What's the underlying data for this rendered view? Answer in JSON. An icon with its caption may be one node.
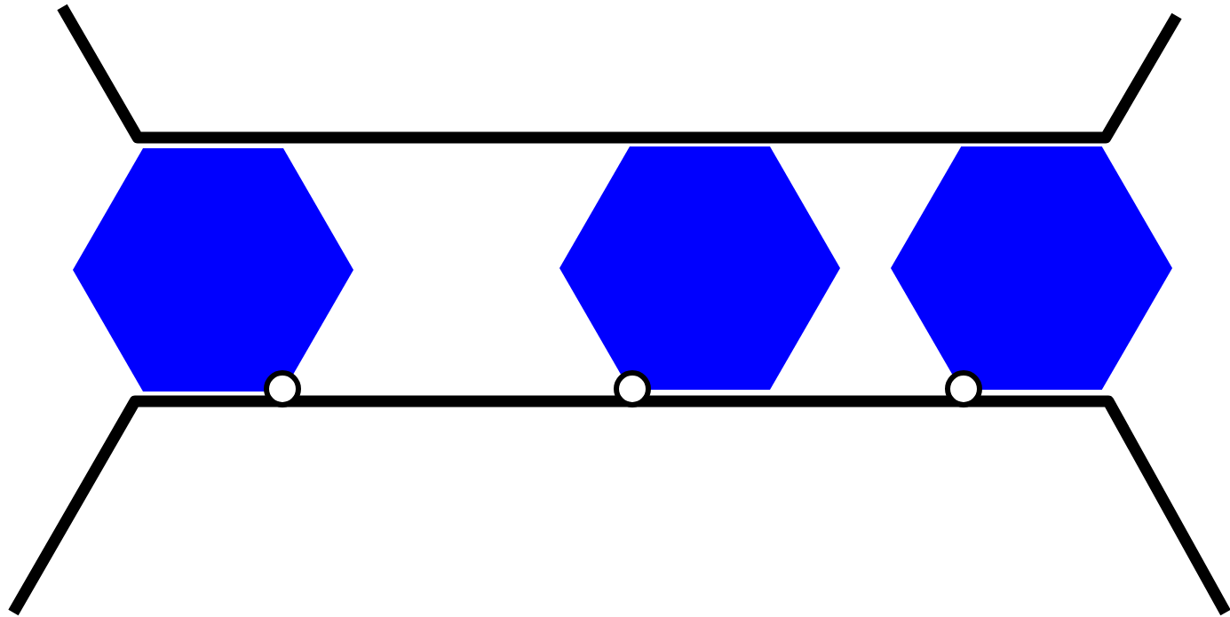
{
  "diagram": {
    "nodes": [
      {
        "text": [],
        "shape": "hexagon"
      },
      {
        "text": [],
        "shape": "hexagon"
      },
      {
        "text": [],
        "shape": "hexagon"
      }
    ]
  }
}
